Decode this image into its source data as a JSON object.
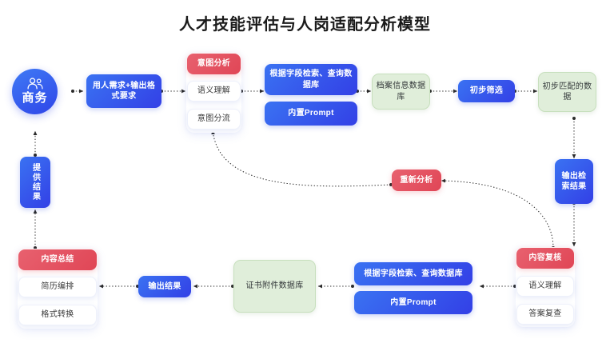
{
  "title": "人才技能评估与人岗适配分析模型",
  "colors": {
    "blue": "#3340e6",
    "red": "#e04656",
    "green": "#e0eeda",
    "white": "#ffffff",
    "text_dark": "#1b1b1b"
  },
  "nodes": {
    "business_actor": {
      "label": "商务",
      "icon": "people-icon"
    },
    "provide_result": {
      "label": "提供结果"
    },
    "demand_request": {
      "label": "用人需求+输出格式要求"
    },
    "intent_analysis": {
      "label": "意图分析"
    },
    "semantic_understanding_top": {
      "label": "语义理解"
    },
    "intent_routing": {
      "label": "意图分流"
    },
    "field_query_top": {
      "label": "根据字段检索、查询数据库"
    },
    "builtin_prompt_top": {
      "label": "内置Prompt"
    },
    "archive_db": {
      "label": "档案信息数据库"
    },
    "initial_filter": {
      "label": "初步筛选"
    },
    "initial_match_data": {
      "label": "初步匹配的数据"
    },
    "output_retrieval_result": {
      "label": "输出检索结果"
    },
    "reanalyze": {
      "label": "重新分析"
    },
    "content_review": {
      "label": "内容复核"
    },
    "semantic_understanding_bottom": {
      "label": "语义理解"
    },
    "answer_recheck": {
      "label": "答案复查"
    },
    "field_query_bottom": {
      "label": "根据字段检索、查询数据库"
    },
    "builtin_prompt_bottom": {
      "label": "内置Prompt"
    },
    "certificate_db": {
      "label": "证书附件数据库"
    },
    "output_result": {
      "label": "输出结果"
    },
    "content_summary": {
      "label": "内容总结"
    },
    "resume_arrange": {
      "label": "简历编排"
    },
    "format_convert": {
      "label": "格式转换"
    }
  },
  "chart_data": {
    "type": "flowchart",
    "title": "人才技能评估与人岗适配分析模型",
    "nodes": [
      {
        "id": "business_actor",
        "label": "商务",
        "shape": "circle",
        "color": "blue"
      },
      {
        "id": "demand_request",
        "label": "用人需求+输出格式要求",
        "shape": "rounded-rect",
        "color": "blue"
      },
      {
        "id": "intent_analysis",
        "label": "意图分析",
        "shape": "rounded-rect",
        "color": "red"
      },
      {
        "id": "semantic_understanding_top",
        "label": "语义理解",
        "shape": "rounded-rect",
        "color": "white"
      },
      {
        "id": "intent_routing",
        "label": "意图分流",
        "shape": "rounded-rect",
        "color": "white"
      },
      {
        "id": "field_query_top",
        "label": "根据字段检索、查询数据库",
        "shape": "rounded-rect",
        "color": "blue"
      },
      {
        "id": "builtin_prompt_top",
        "label": "内置Prompt",
        "shape": "rounded-rect",
        "color": "blue"
      },
      {
        "id": "archive_db",
        "label": "档案信息数据库",
        "shape": "rounded-rect",
        "color": "green"
      },
      {
        "id": "initial_filter",
        "label": "初步筛选",
        "shape": "rounded-rect",
        "color": "blue"
      },
      {
        "id": "initial_match_data",
        "label": "初步匹配的数据",
        "shape": "rounded-rect",
        "color": "green"
      },
      {
        "id": "output_retrieval_result",
        "label": "输出检索结果",
        "shape": "rounded-rect",
        "color": "blue"
      },
      {
        "id": "reanalyze",
        "label": "重新分析",
        "shape": "rounded-rect",
        "color": "red"
      },
      {
        "id": "content_review",
        "label": "内容复核",
        "shape": "rounded-rect",
        "color": "red"
      },
      {
        "id": "semantic_understanding_bottom",
        "label": "语义理解",
        "shape": "rounded-rect",
        "color": "white"
      },
      {
        "id": "answer_recheck",
        "label": "答案复查",
        "shape": "rounded-rect",
        "color": "white"
      },
      {
        "id": "field_query_bottom",
        "label": "根据字段检索、查询数据库",
        "shape": "rounded-rect",
        "color": "blue"
      },
      {
        "id": "builtin_prompt_bottom",
        "label": "内置Prompt",
        "shape": "rounded-rect",
        "color": "blue"
      },
      {
        "id": "certificate_db",
        "label": "证书附件数据库",
        "shape": "rounded-rect",
        "color": "green"
      },
      {
        "id": "output_result",
        "label": "输出结果",
        "shape": "rounded-rect",
        "color": "blue"
      },
      {
        "id": "content_summary",
        "label": "内容总结",
        "shape": "rounded-rect",
        "color": "red"
      },
      {
        "id": "resume_arrange",
        "label": "简历编排",
        "shape": "rounded-rect",
        "color": "white"
      },
      {
        "id": "format_convert",
        "label": "格式转换",
        "shape": "rounded-rect",
        "color": "white"
      },
      {
        "id": "provide_result",
        "label": "提供结果",
        "shape": "rounded-rect",
        "color": "blue"
      }
    ],
    "edges": [
      {
        "from": "business_actor",
        "to": "demand_request",
        "style": "dotted"
      },
      {
        "from": "demand_request",
        "to": "semantic_understanding_top",
        "style": "dotted"
      },
      {
        "from": "semantic_understanding_top",
        "to": "field_query_top",
        "style": "dotted"
      },
      {
        "from": "field_query_top",
        "to": "archive_db",
        "style": "dotted"
      },
      {
        "from": "archive_db",
        "to": "initial_filter",
        "style": "dotted"
      },
      {
        "from": "initial_filter",
        "to": "initial_match_data",
        "style": "dotted"
      },
      {
        "from": "initial_match_data",
        "to": "output_retrieval_result",
        "style": "dotted"
      },
      {
        "from": "output_retrieval_result",
        "to": "content_review",
        "style": "dotted"
      },
      {
        "from": "content_review",
        "to": "reanalyze",
        "style": "dotted-curve"
      },
      {
        "from": "reanalyze",
        "to": "intent_routing",
        "style": "dotted-curve"
      },
      {
        "from": "content_review",
        "to": "field_query_bottom",
        "style": "dotted"
      },
      {
        "from": "field_query_bottom",
        "to": "certificate_db",
        "style": "dotted"
      },
      {
        "from": "certificate_db",
        "to": "output_result",
        "style": "dotted"
      },
      {
        "from": "output_result",
        "to": "resume_arrange",
        "style": "dotted"
      },
      {
        "from": "content_summary",
        "to": "provide_result",
        "style": "dotted"
      },
      {
        "from": "provide_result",
        "to": "business_actor",
        "style": "dotted"
      }
    ]
  }
}
